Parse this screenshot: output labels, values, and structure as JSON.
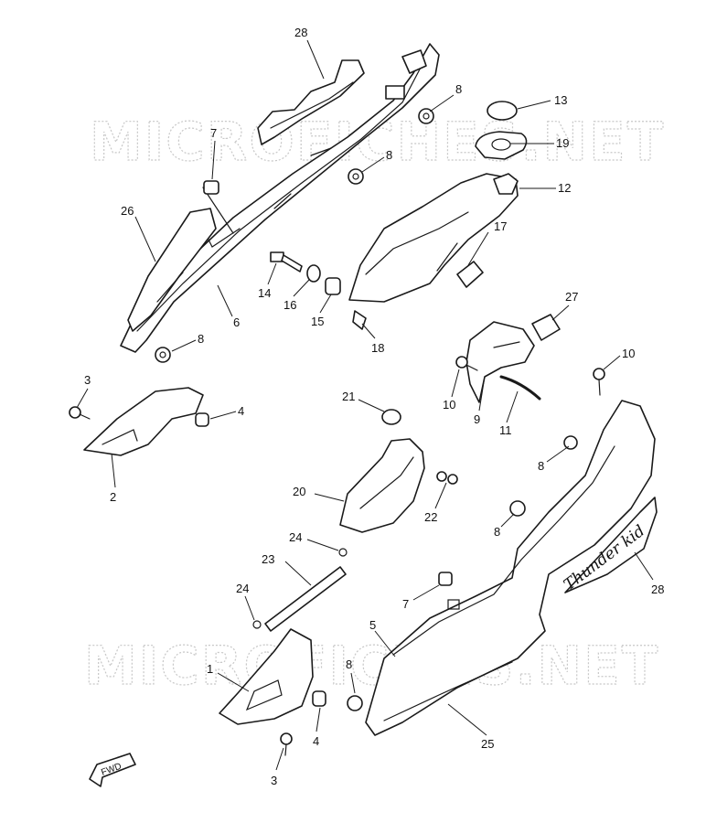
{
  "watermark": "MICROFICHES.NET",
  "decal_text": "Thunder kid",
  "fwd_label": "FWD",
  "callouts": {
    "n28a": "28",
    "n8a": "8",
    "n13": "13",
    "n19": "19",
    "n7a": "7",
    "n8b": "8",
    "n12": "12",
    "n26": "26",
    "n17": "17",
    "n14": "14",
    "n16": "16",
    "n15": "15",
    "n6": "6",
    "n27": "27",
    "n18": "18",
    "n8c": "8",
    "n10a": "10",
    "n3a": "3",
    "n4a": "4",
    "n21": "21",
    "n10b": "10",
    "n9": "9",
    "n11": "11",
    "n2": "2",
    "n8d": "8",
    "n20": "20",
    "n22": "22",
    "n8e": "8",
    "n24a": "24",
    "n23": "23",
    "n28b": "28",
    "n24b": "24",
    "n7b": "7",
    "n5": "5",
    "n1": "1",
    "n8f": "8",
    "n4b": "4",
    "n25": "25",
    "n3b": "3"
  }
}
